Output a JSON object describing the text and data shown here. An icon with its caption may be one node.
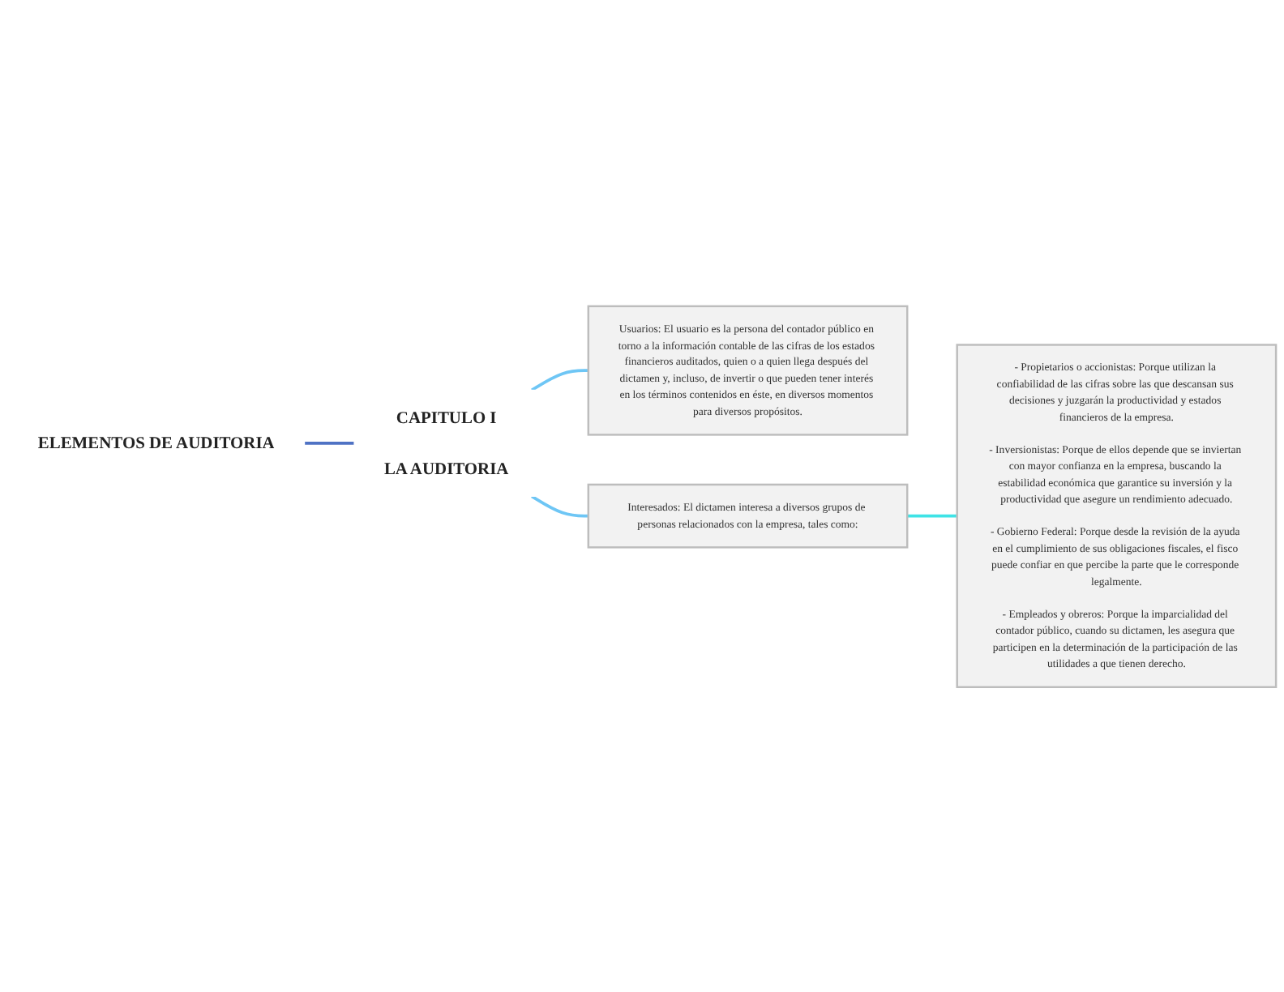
{
  "diagram": {
    "nodes": [
      {
        "text": [
          "ELEMENTOS DE AUDITORIA"
        ]
      },
      {
        "text": [
          "CAPITULO I",
          "LA AUDITORIA"
        ]
      },
      {
        "text": [
          "Usuarios: El usuario es la persona del contador público en torno a la información contable de las cifras de los estados financieros auditados, quien o a quien llega después del dictamen y, incluso, de invertir o que pueden tener interés en los términos contenidos en éste, en diversos momentos para diversos propósitos."
        ]
      },
      {
        "text": [
          "Interesados: El dictamen interesa a diversos grupos de personas relacionados con la empresa, tales como:"
        ]
      },
      {
        "text": [
          "- Propietarios o accionistas: Porque utilizan la confiabilidad de las cifras sobre las que descansan sus decisiones y juzgarán la productividad y estados financieros de la empresa.",
          "- Inversionistas: Porque de ellos depende que se inviertan con mayor confianza en la empresa, buscando la estabilidad económica que garantice su inversión y la productividad que asegure un rendimiento adecuado.",
          "- Gobierno Federal: Porque desde la revisión de la ayuda en el cumplimiento de sus obligaciones fiscales, el fisco puede confiar en que percibe la parte que le corresponde legalmente.",
          "- Empleados y obreros: Porque la imparcialidad del contador público, cuando su dictamen, les asegura que participen en la determinación de la participación de las utilidades a que tienen derecho."
        ]
      }
    ],
    "edges": [
      {
        "from": 0,
        "to": 1,
        "arrow": "none",
        "color": "#4f72c4"
      },
      {
        "from": 1,
        "to": 2,
        "arrow": "none",
        "color": "#6ec6f5"
      },
      {
        "from": 1,
        "to": 3,
        "arrow": "none",
        "color": "#6ec6f5"
      },
      {
        "from": 3,
        "to": 4,
        "arrow": "none",
        "color": "#3fe3e6"
      }
    ]
  }
}
